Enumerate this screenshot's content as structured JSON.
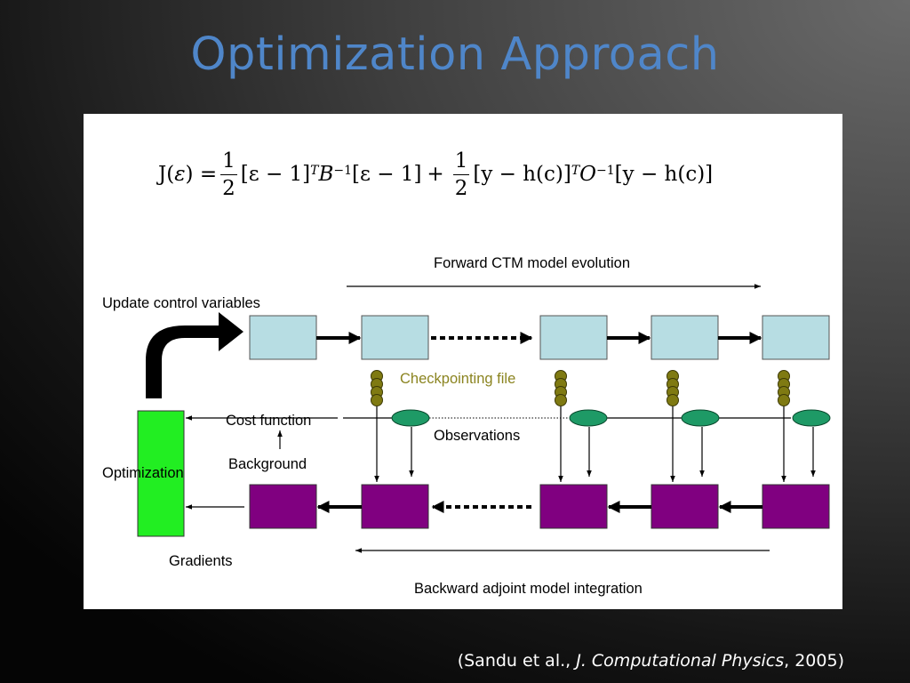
{
  "title": "Optimization Approach",
  "equation": {
    "lhs": "J(",
    "epsilon": "ε",
    "lhs_close": ") =",
    "half_num": "1",
    "half_den": "2",
    "term1_open": "[ε − 1]",
    "sup_T": "T",
    "B": "B",
    "sup_inv": "−1",
    "term1_close": "[ε − 1]",
    "plus": "+",
    "term2_open": "[y − h(c)]",
    "O": "O",
    "term2_close": "[y − h(c)]"
  },
  "diagram": {
    "forward_label": "Forward CTM model evolution",
    "update_label": "Update control variables",
    "checkpoint_label": "Checkpointing  file",
    "cost_label": "Cost function",
    "observations_label": "Observations",
    "background_label": "Background",
    "optimization_label": "Optimization",
    "gradients_label": "Gradients",
    "backward_label": "Backward adjoint model integration",
    "colors": {
      "forward_box": "#b7dde3",
      "adjoint_box": "#800080",
      "optimization_box": "#22ee22",
      "checkpoint_coil": "#7f7a12",
      "observation_ellipse": "#1e9a66"
    }
  },
  "citation": {
    "prefix": "(Sandu et al., ",
    "journal": "J. Computational Physics",
    "suffix": ", 2005)"
  }
}
